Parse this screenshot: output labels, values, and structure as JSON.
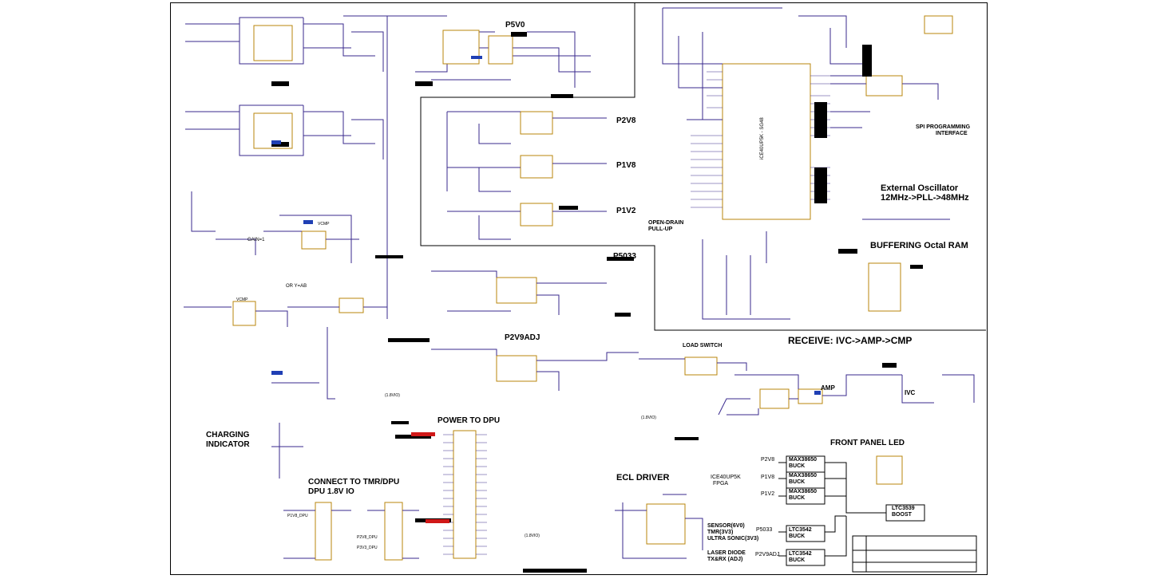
{
  "sections": {
    "p5v0": "P5V0",
    "p2v8": "P2V8",
    "p1v8": "P1V8",
    "p1v2": "P1V2",
    "p5033": "P5033",
    "p2v9adj": "P2V9ADJ",
    "open_drain": [
      "OPEN-DRAIN",
      "PULL-UP"
    ],
    "spi_prog": [
      "SPI PROGRAMMING",
      "INTERFACE"
    ],
    "ext_osc": [
      "External Oscillator",
      "12MHz->PLL->48MHz"
    ],
    "octal_ram": "BUFFERING Octal RAM",
    "load_switch": "LOAD SWITCH",
    "receive": "RECEIVE: IVC->AMP->CMP",
    "amp": "AMP",
    "ivc": "IVC",
    "front_led": "FRONT PANEL LED",
    "charging": [
      "CHARGING",
      "INDICATOR"
    ],
    "power_dpu": "POWER TO DPU",
    "connect_tmr": [
      "CONNECT TO TMR/DPU",
      "DPU 1.8V IO"
    ],
    "ecl_driver": "ECL DRIVER",
    "gain": "GAIN=1",
    "vcmp": "VCMP",
    "or_gate": "OR Y=AB",
    "io18_a": "(1.8VIO)",
    "io18_b": "(1.8VIO)",
    "io18_c": "(1.8VIO)",
    "fpga_chip": "iCE40UP5K  -  SG48"
  },
  "block_diagram": {
    "rails_left": [
      "P2V8",
      "P1V8",
      "P1V2"
    ],
    "bucks": [
      "MAX38650 BUCK",
      "MAX38650 BUCK",
      "MAX38650 BUCK"
    ],
    "fpga": [
      "ICE40UP5K",
      "FPGA"
    ],
    "boost": [
      "LTC3539",
      "BOOST"
    ],
    "sensor_label": [
      "SENSOR(6V0)",
      "TMR(3V3)",
      "ULTRA SONIC(3V3)"
    ],
    "laser_label": [
      "LASER DIODE",
      "TX&RX (ADJ)"
    ],
    "p5033": "P5033",
    "p2v9adj": "P2V9ADJ",
    "ltc_a": "LTC3542 BUCK",
    "ltc_b": "LTC3542 BUCK"
  },
  "connectors": {
    "p1v8_dpu": "P1V8_DPU",
    "p2v8_dpu": "P2V8_DPU",
    "p3v3_dpu": "P3V3_DPU"
  },
  "colors": {
    "wire": "#3a2a8e",
    "wire_dark": "#1a1a1a",
    "part": "#b8860b",
    "accent_blue": "#1f3fb4",
    "accent_red": "#d01818"
  }
}
